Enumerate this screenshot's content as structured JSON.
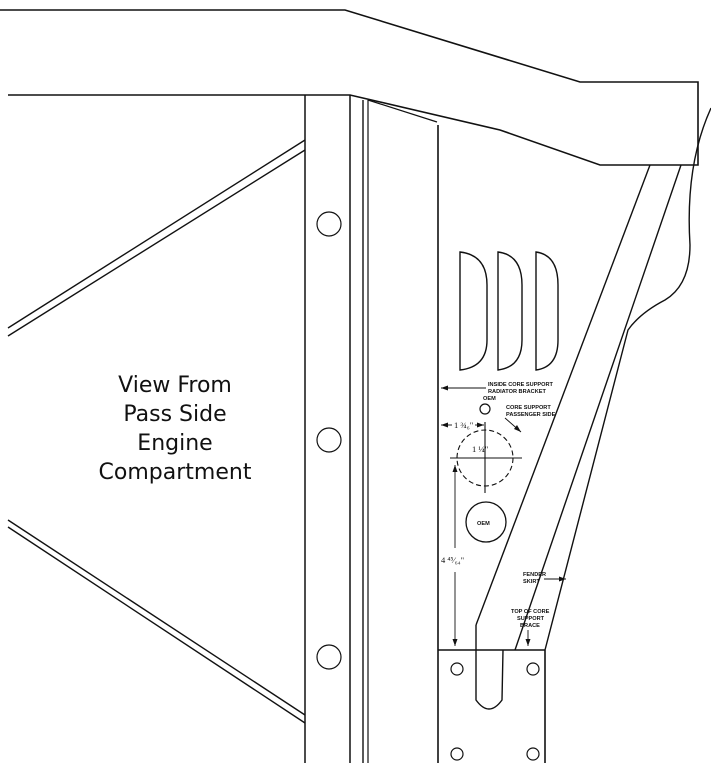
{
  "view_title": {
    "lines": [
      "View From",
      "Pass Side",
      "Engine",
      "Compartment"
    ]
  },
  "labels": {
    "radiator_bracket": [
      "INSIDE CORE SUPPORT",
      "RADIATOR BRACKET"
    ],
    "oem_small": "OEM",
    "core_support_side": [
      "CORE SUPPORT",
      "PASSENGER SIDE"
    ],
    "oem_large": "OEM",
    "fender_skirt": [
      "FENDER",
      "SKIRT"
    ],
    "core_brace": [
      "TOP OF CORE",
      "SUPPORT",
      "BRACE"
    ]
  },
  "dimensions": {
    "horizontal_offset": "1 ¾₆\"",
    "hole_diameter": "1 ¼\"",
    "vertical_offset": "4 ⁴⁵⁄₆₄\""
  }
}
